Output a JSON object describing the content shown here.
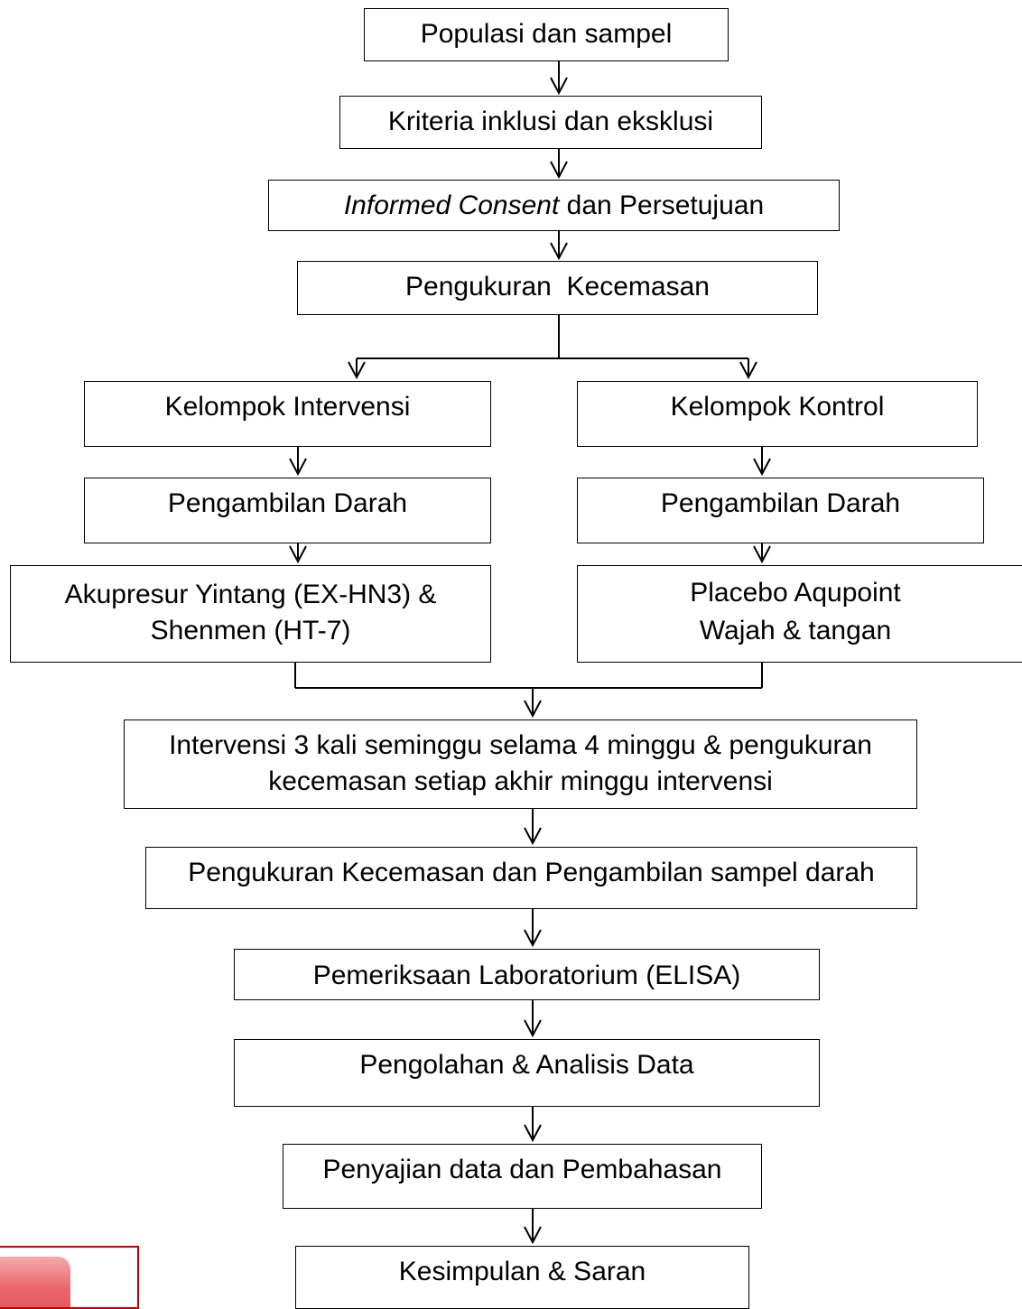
{
  "flowchart": {
    "populasi": "Populasi dan sampel",
    "kriteria": "Kriteria inklusi dan eksklusi",
    "informed_italic": "Informed Consent",
    "informed_rest": " dan Persetujuan",
    "pengukuran_awal": "Pengukuran  Kecemasan",
    "intervensi_group": "Kelompok Intervensi",
    "kontrol_group": "Kelompok Kontrol",
    "darah_intervensi": "Pengambilan Darah",
    "darah_kontrol": "Pengambilan Darah",
    "akupresur": [
      "Akupresur Yintang (EX-HN3) &",
      "Shenmen (HT-7)"
    ],
    "placebo": [
      "Placebo Aqupoint",
      "Wajah & tangan"
    ],
    "intervensi_schedule": [
      "Intervensi 3 kali seminggu selama 4 minggu & pengukuran",
      "kecemasan setiap akhir minggu intervensi"
    ],
    "pengukuran_akhir": "Pengukuran Kecemasan dan Pengambilan sampel darah",
    "lab": "Pemeriksaan Laboratorium (ELISA)",
    "analisis": "Pengolahan & Analisis Data",
    "penyajian": "Penyajian data dan Pembahasan",
    "kesimpulan": "Kesimpulan & Saran"
  },
  "colors": {
    "line": "#000000",
    "corner_border": "#c00000",
    "corner_fill": "#e9656c"
  }
}
